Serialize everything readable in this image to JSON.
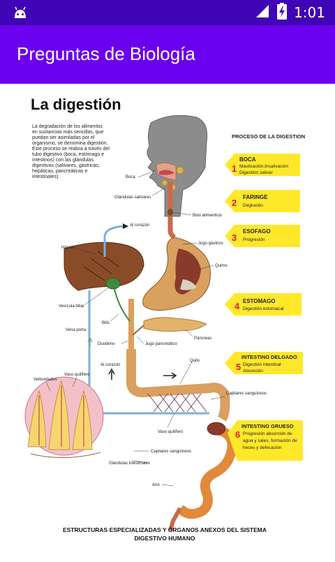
{
  "statusbar": {
    "time": "1:01"
  },
  "appbar": {
    "title": "Preguntas de Biología"
  },
  "figure": {
    "title": "La digestión",
    "intro_lines": [
      "La degradación de los alimentos",
      "en sustancias más sencillas, que",
      "puedan ser asimiladas por el",
      "organismo, se denomina digestión.",
      "Este proceso se realiza a través del",
      "tubo digestivo (boca, estómago e",
      "intestinos) con las glándulas",
      "digestivas (salivares, gástricas,",
      "hepáticas, pancreáticas e",
      "intestinales)."
    ],
    "process_header": "PROCESO DE LA DIGESTION",
    "steps": [
      {
        "num": "1",
        "name": "BOCA",
        "desc": [
          "Masticación,Insalivación",
          "Digestión salivar"
        ]
      },
      {
        "num": "2",
        "name": "FARINGE",
        "desc": [
          "Deglución"
        ]
      },
      {
        "num": "3",
        "name": "ESOFAGO",
        "desc": [
          "Progresión"
        ]
      },
      {
        "num": "4",
        "name": "ESTOMAGO",
        "desc": [
          "Digestión estomacal"
        ]
      },
      {
        "num": "5",
        "name": "INTESTINO DELGADO",
        "desc": [
          "Digestión intestinal",
          "Absorción"
        ]
      },
      {
        "num": "6",
        "name": "INTESTINO GRUESO",
        "desc": [
          "Progresión absorción de",
          "agua y sales, formación de",
          "heces y defecación"
        ]
      }
    ],
    "labels": {
      "boca": "Boca",
      "glandulas_salivares": "Glándulas salivares",
      "bolo": "Bolo alimenticio",
      "al_corazon_top": "Al corazón",
      "higado": "Hígado",
      "jugo_gastrico": "Jugo gástrico",
      "quimo": "Quimo",
      "vesicula": "Vesícula biliar",
      "bilis": "Bilis",
      "vena_porta": "Vena porta",
      "pancreas": "Páncreas",
      "duodeno": "Duodeno",
      "jugo_pancreatico": "Jugo pancreático",
      "al_corazon_bottom": "Al corazón",
      "quilo": "Quilo",
      "vellosidades": "Vellosidades",
      "vaso_quilifero_left": "Vaso quilífero",
      "capilares_right": "Capilares sanguíneos",
      "vaso_quilifero_bottom": "Vaso quilífero",
      "capilares_bottom": "Capilares sanguíneos",
      "glandulas_intestinales": "Glándulas intestinales",
      "ano": "Ano"
    },
    "caption_lines": [
      "ESTRUCTURAS ESPECIALIZADAS Y ÓRGANOS ANEXOS DEL SISTEMA",
      "DIGESTIVO HUMANO"
    ]
  },
  "colors": {
    "statusbar": "#3F04B5",
    "appbar": "#6B00EE",
    "arrow_yellow": "#FFE82A",
    "step_number": "#E5162A",
    "organ": "#D9A060",
    "liver": "#8A4C28"
  }
}
